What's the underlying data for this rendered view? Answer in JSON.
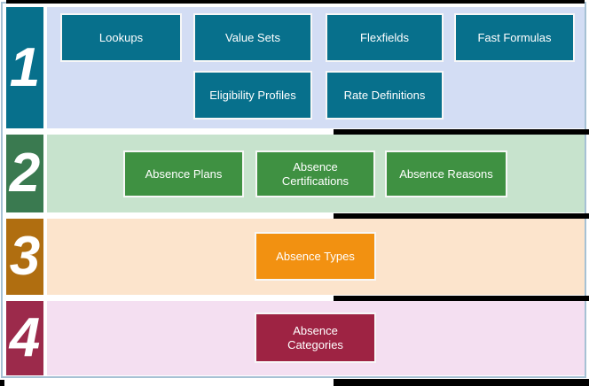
{
  "diagram": {
    "title": "",
    "connector_color": "#000000",
    "border_color": "#a6c1d4",
    "steps": [
      {
        "number": "1",
        "block_color": "#07708c",
        "band_color": "#d3ddf4",
        "button_color": "#07708c",
        "buttons": [
          {
            "label": "Lookups"
          },
          {
            "label": "Value Sets"
          },
          {
            "label": "Flexfields"
          },
          {
            "label": "Fast Formulas"
          },
          {
            "label": "Eligibility Profiles"
          },
          {
            "label": "Rate Definitions"
          }
        ]
      },
      {
        "number": "2",
        "block_color": "#3a7a50",
        "band_color": "#c7e3cd",
        "button_color": "#3f9142",
        "buttons": [
          {
            "label": "Absence Plans"
          },
          {
            "label": "Absence\nCertifications"
          },
          {
            "label": "Absence Reasons"
          }
        ]
      },
      {
        "number": "3",
        "block_color": "#b06e10",
        "band_color": "#fce4cc",
        "button_color": "#f29111",
        "buttons": [
          {
            "label": "Absence Types"
          }
        ]
      },
      {
        "number": "4",
        "block_color": "#9c2a4b",
        "band_color": "#f4dff1",
        "button_color": "#9e2343",
        "buttons": [
          {
            "label": "Absence\nCategories"
          }
        ]
      }
    ]
  }
}
